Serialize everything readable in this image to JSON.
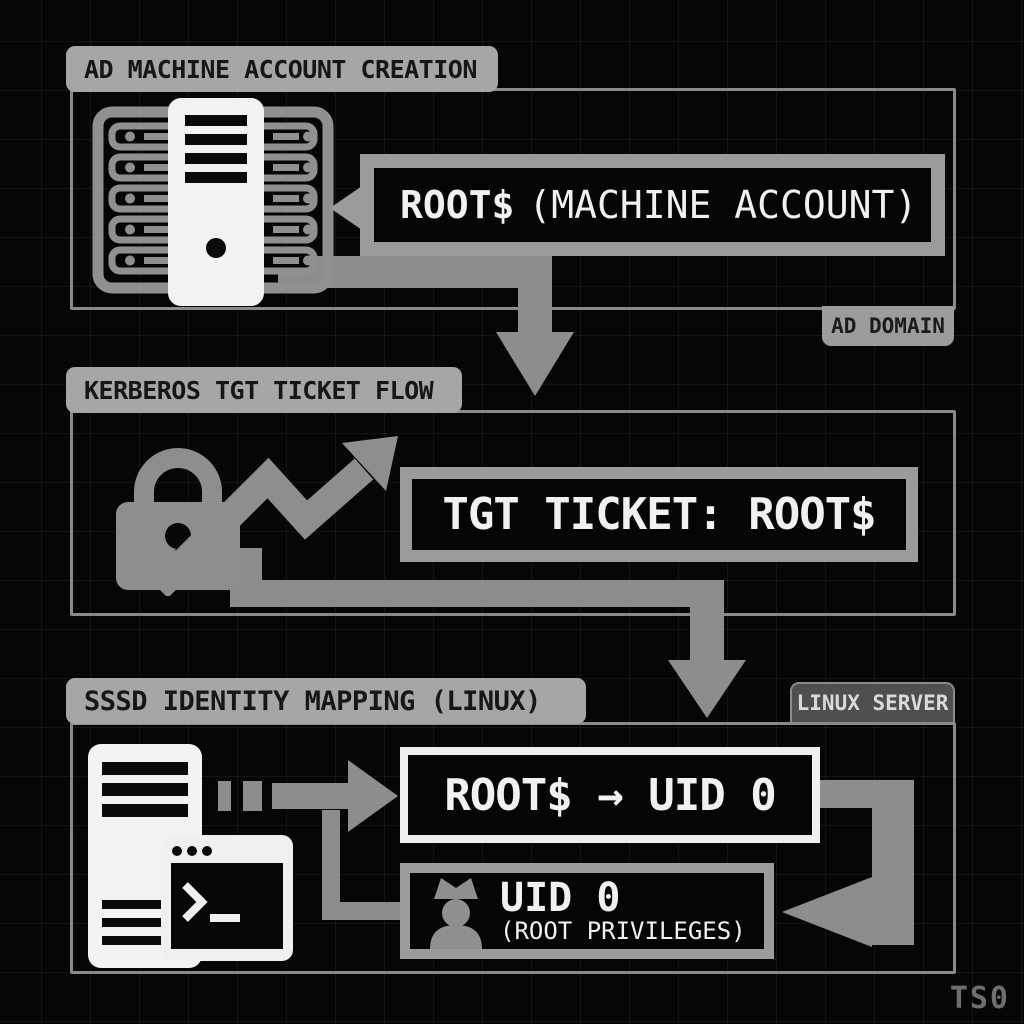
{
  "diagram": {
    "signature": "TS0"
  },
  "panel1": {
    "title": "AD MACHINE ACCOUNT CREATION",
    "badge": "AD DOMAIN",
    "callout_bold": "ROOT$",
    "callout_rest": "(MACHINE ACCOUNT)"
  },
  "panel2": {
    "title": "KERBEROS TGT TICKET FLOW",
    "ticket_label": "TGT TICKET: ROOT$"
  },
  "panel3": {
    "title": "SSSD IDENTITY MAPPING (LINUX)",
    "badge": "LINUX SERVER",
    "mapping_label": "ROOT$ → UID 0",
    "uid_label": "UID 0",
    "uid_sublabel": "(ROOT PRIVILEGES)"
  },
  "icons": {
    "panel1_servers": "server-rack-icon",
    "panel2_lock": "padlock-icon",
    "panel2_trend": "zigzag-trend-arrow-icon",
    "panel3_host": "tower-server-terminal-icon",
    "uid_user": "crowned-user-icon"
  },
  "colors": {
    "background": "#060606",
    "grid": "#1c1c1c",
    "panel_border": "#8a8a8a",
    "header_bg": "#a6a6a6",
    "header_text": "#161616",
    "arrow": "#8d8d8d",
    "box_border_gray": "#9b9b9b",
    "box_border_white": "#efefef",
    "box_bg": "#050505",
    "box_text": "#f1f1f1",
    "badge_light_bg": "#9c9c9c",
    "badge_dark_bg": "#4f4f4f",
    "icon_white": "#f3f3f3",
    "icon_gray": "#8e8e8e",
    "signature_text": "#6e6e6e"
  }
}
